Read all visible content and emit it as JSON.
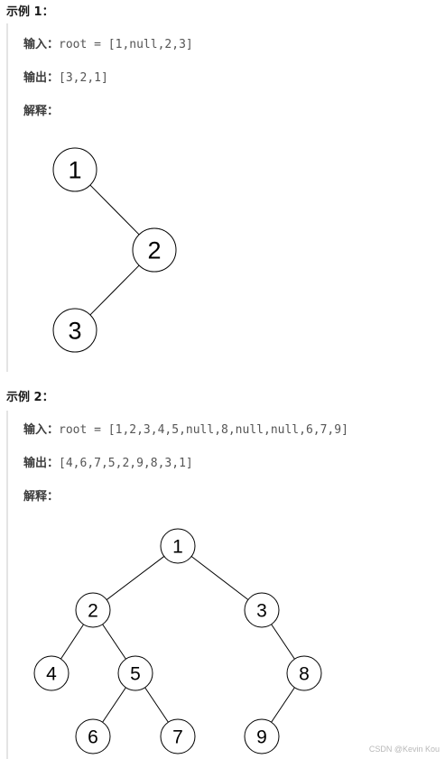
{
  "example1": {
    "heading": "示例 1：",
    "input_label": "输入：",
    "input_value": "root = [1,null,2,3]",
    "output_label": "输出：",
    "output_value": "[3,2,1]",
    "explain_label": "解释：",
    "tree": {
      "nodes": [
        "1",
        "2",
        "3"
      ],
      "edges": [
        [
          "1",
          "2"
        ],
        [
          "2",
          "3"
        ]
      ]
    }
  },
  "example2": {
    "heading": "示例 2：",
    "input_label": "输入：",
    "input_value": "root = [1,2,3,4,5,null,8,null,null,6,7,9]",
    "output_label": "输出：",
    "output_value": "[4,6,7,5,2,9,8,3,1]",
    "explain_label": "解释：",
    "tree": {
      "nodes": [
        "1",
        "2",
        "3",
        "4",
        "5",
        "8",
        "6",
        "7",
        "9"
      ],
      "edges": [
        [
          "1",
          "2"
        ],
        [
          "1",
          "3"
        ],
        [
          "2",
          "4"
        ],
        [
          "2",
          "5"
        ],
        [
          "3",
          "8"
        ],
        [
          "5",
          "6"
        ],
        [
          "5",
          "7"
        ],
        [
          "8",
          "9"
        ]
      ]
    }
  },
  "watermark": "CSDN @Kevin Kou"
}
